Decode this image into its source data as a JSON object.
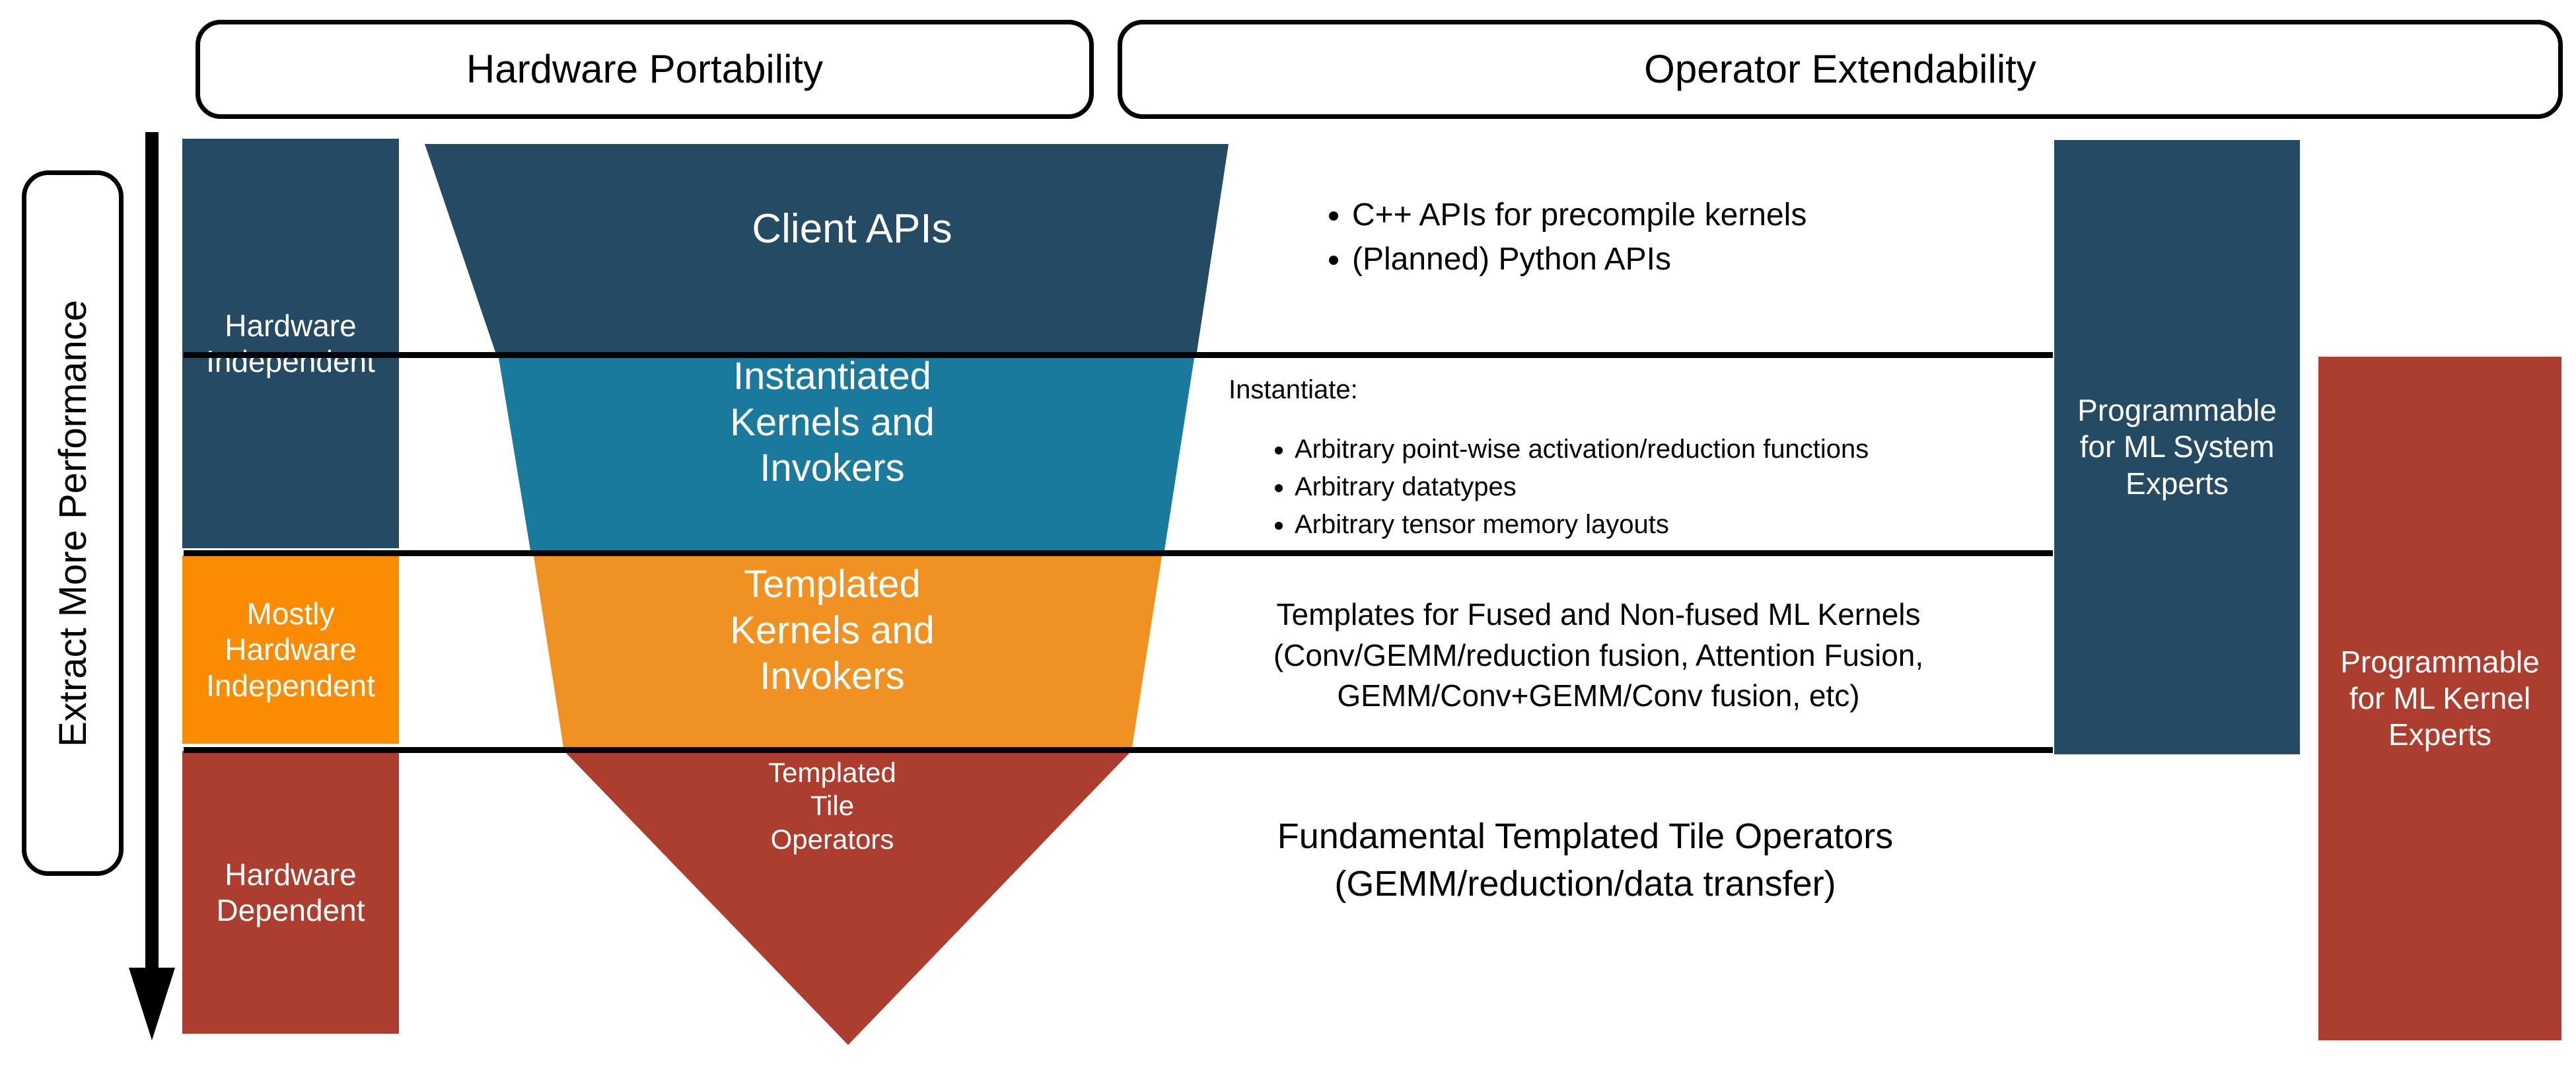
{
  "headers": {
    "left_pill": "Hardware Portability",
    "right_pill": "Operator Extendability"
  },
  "axis": {
    "performance_label": "Extract More Performance",
    "arrow_direction": "down",
    "arrow_icon": "down-arrow-icon"
  },
  "hardware_levels": [
    {
      "id": "hardware-independent",
      "label": "Hardware\nIndependent",
      "color": "#254a64"
    },
    {
      "id": "mostly-hardware-independent",
      "label": "Mostly\nHardware\nIndependent",
      "color": "#fb8c01"
    },
    {
      "id": "hardware-dependent",
      "label": "Hardware\nDependent",
      "color": "#ad3d2f"
    }
  ],
  "funnel": {
    "type": "inverted-funnel",
    "layers": [
      {
        "id": "client-apis",
        "label": "Client APIs",
        "color": "#254a64"
      },
      {
        "id": "instantiated-kernels",
        "label": "Instantiated\nKernels and\nInvokers",
        "color": "#1a7a9d"
      },
      {
        "id": "templated-kernels",
        "label": "Templated\nKernels and\nInvokers",
        "color": "#f09121"
      },
      {
        "id": "templated-tile-operators",
        "label": "Templated\nTile\nOperators",
        "color": "#ad3d2f"
      }
    ]
  },
  "details": {
    "client_apis_bullets": [
      "C++ APIs for precompile kernels",
      "(Planned) Python APIs"
    ],
    "instantiate_heading": "Instantiate:",
    "instantiate_bullets": [
      "Arbitrary point-wise activation/reduction functions",
      "Arbitrary datatypes",
      "Arbitrary tensor memory layouts"
    ],
    "templated_kernels_text": "Templates for Fused and Non-fused ML Kernels\n(Conv/GEMM/reduction fusion, Attention Fusion,\nGEMM/Conv+GEMM/Conv fusion, etc)",
    "fundamental_tile_text": "Fundamental Templated Tile Operators\n(GEMM/reduction/data transfer)"
  },
  "personas": [
    {
      "id": "ml-system-experts",
      "label": "Programmable\nfor ML System\nExperts",
      "color": "#254a64"
    },
    {
      "id": "ml-kernel-experts",
      "label": "Programmable\nfor ML Kernel\nExperts",
      "color": "#ad3d2f"
    }
  ],
  "colors": {
    "dark_blue": "#254a64",
    "mid_blue": "#1a7a9d",
    "funnel_orange": "#f09121",
    "bright_orange": "#fb8c01",
    "red": "#ad3d2f",
    "rule": "#000000",
    "background": "#ffffff"
  }
}
